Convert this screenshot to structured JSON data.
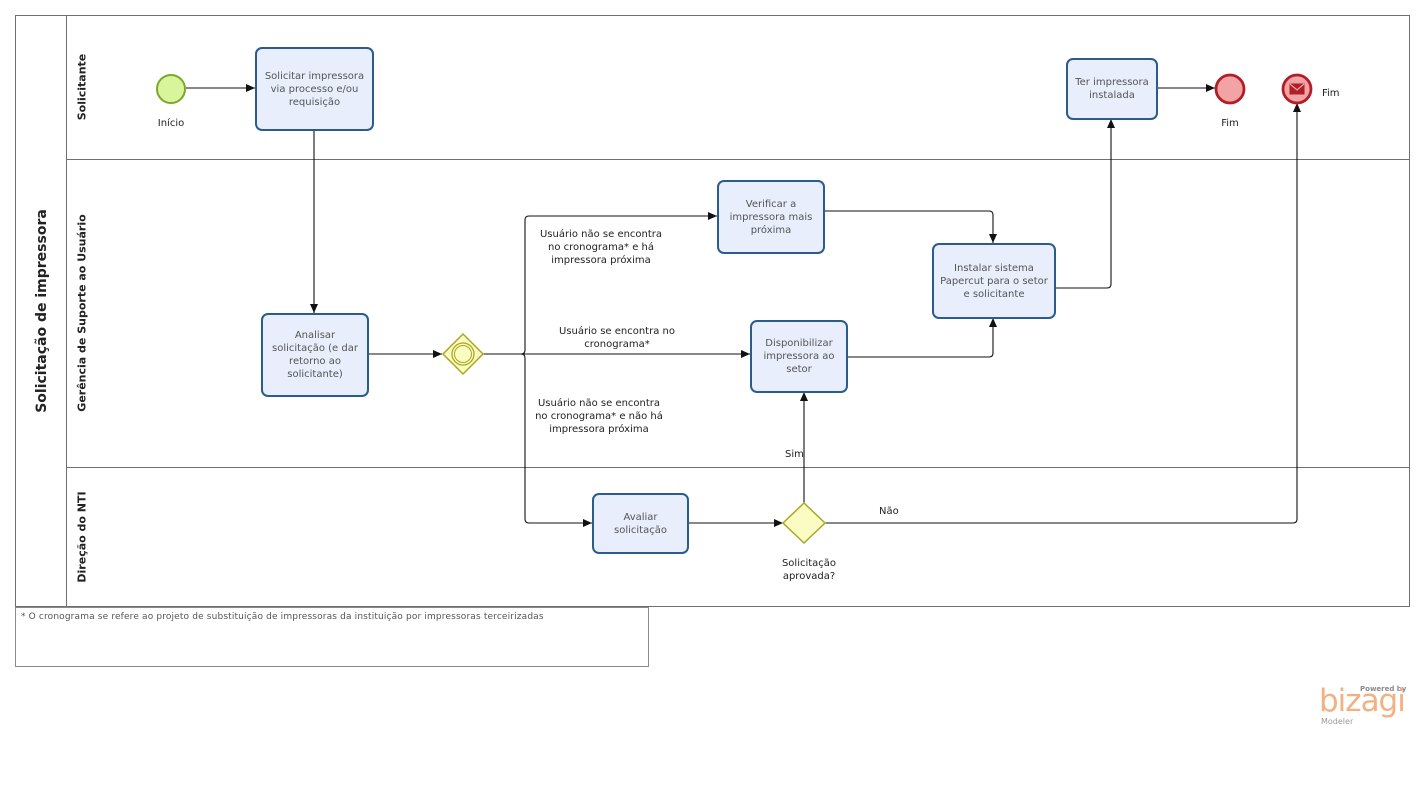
{
  "pool": {
    "title": "Solicitação de impressora"
  },
  "lanes": [
    {
      "title": "Solicitante"
    },
    {
      "title": "Gerência de Suporte ao Usuário"
    },
    {
      "title": "Direção do NTI"
    }
  ],
  "events": {
    "start": "Início",
    "end_1": "Fim",
    "end_2": "Fim"
  },
  "tasks": {
    "solicitar": "Solicitar impressora via processo e/ou requisição",
    "analisar": "Analisar solicitação (e dar retorno ao solicitante)",
    "verificar": "Verificar a impressora mais próxima",
    "disponibilizar": "Disponibilizar impressora ao setor",
    "instalar": "Instalar sistema Papercut para o setor e solicitante",
    "ter": "Ter impressora instalada",
    "avaliar": "Avaliar solicitação"
  },
  "gateways": {
    "aprovada": "Solicitação aprovada?"
  },
  "flows": {
    "nao_proxima_ha": "Usuário não se encontra no cronograma* e há impressora próxima",
    "no_cronograma": "Usuário se encontra no cronograma*",
    "nao_proxima_nao_ha": "Usuário não se encontra no cronograma* e não há impressora próxima",
    "sim": "Sim",
    "nao": "Não"
  },
  "note": "* O cronograma se refere ao projeto de substituição de impressoras da instituição por impressoras terceirizadas",
  "branding": {
    "powered": "Powered by",
    "name": "bizagi",
    "product": "Modeler"
  },
  "colors": {
    "task_border": "#2b5c8f",
    "task_fill": "#e8eefb",
    "start_fill": "#d9f59b",
    "start_border": "#7aa82a",
    "end_fill": "#f2a3a3",
    "end_border": "#b01e2a",
    "gateway_fill": "#fbfbc4",
    "gateway_border": "#a8a820"
  }
}
